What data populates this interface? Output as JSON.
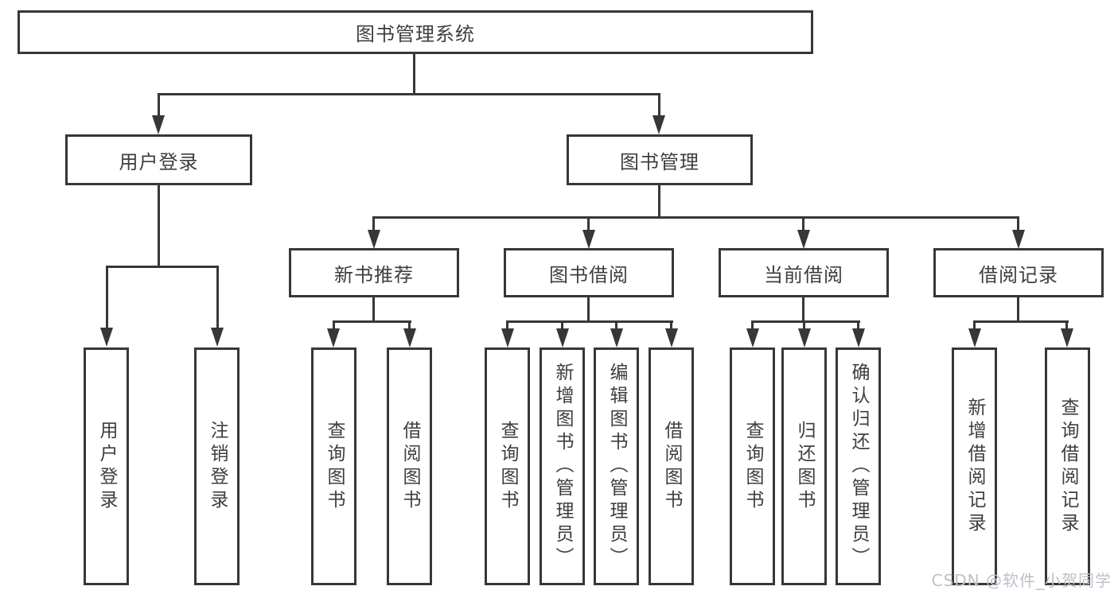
{
  "colors": {
    "line": "#373737",
    "text": "#3e3e3e",
    "watermark_text": "#bcc0c7",
    "background": "#ffffff"
  },
  "diagram": {
    "root": {
      "label": "图书管理系统"
    },
    "branches": [
      {
        "label": "用户登录",
        "children": [
          {
            "label": "用户登录"
          },
          {
            "label": "注销登录"
          }
        ]
      },
      {
        "label": "图书管理",
        "children": [
          {
            "label": "新书推荐",
            "children": [
              {
                "label": "查询图书"
              },
              {
                "label": "借阅图书"
              }
            ]
          },
          {
            "label": "图书借阅",
            "children": [
              {
                "label": "查询图书"
              },
              {
                "label": "新增图书（管理员）"
              },
              {
                "label": "编辑图书（管理员）"
              },
              {
                "label": "借阅图书"
              }
            ]
          },
          {
            "label": "当前借阅",
            "children": [
              {
                "label": "查询图书"
              },
              {
                "label": "归还图书"
              },
              {
                "label": "确认归还（管理员）"
              }
            ]
          },
          {
            "label": "借阅记录",
            "children": [
              {
                "label": "新增借阅记录"
              },
              {
                "label": "查询借阅记录"
              }
            ]
          }
        ]
      }
    ]
  },
  "watermark": {
    "label": "CSDN @软件_小贺同学"
  }
}
